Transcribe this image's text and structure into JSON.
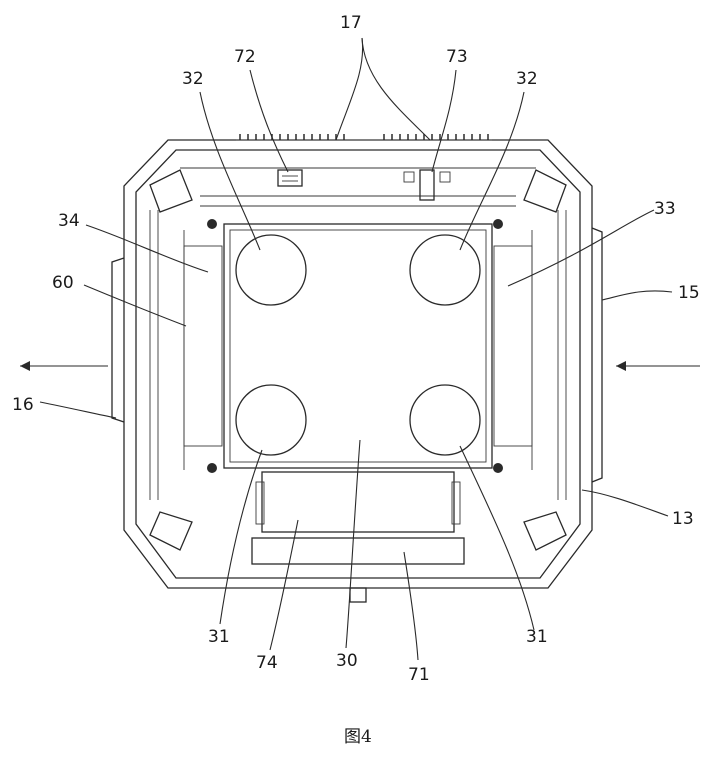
{
  "labels": {
    "l17": "17",
    "l72": "72",
    "l73": "73",
    "l32a": "32",
    "l32b": "32",
    "l34": "34",
    "l33": "33",
    "l60": "60",
    "l15": "15",
    "l16": "16",
    "l13": "13",
    "l31a": "31",
    "l31b": "31",
    "l74": "74",
    "l30": "30",
    "l71": "71"
  },
  "caption": "图4"
}
